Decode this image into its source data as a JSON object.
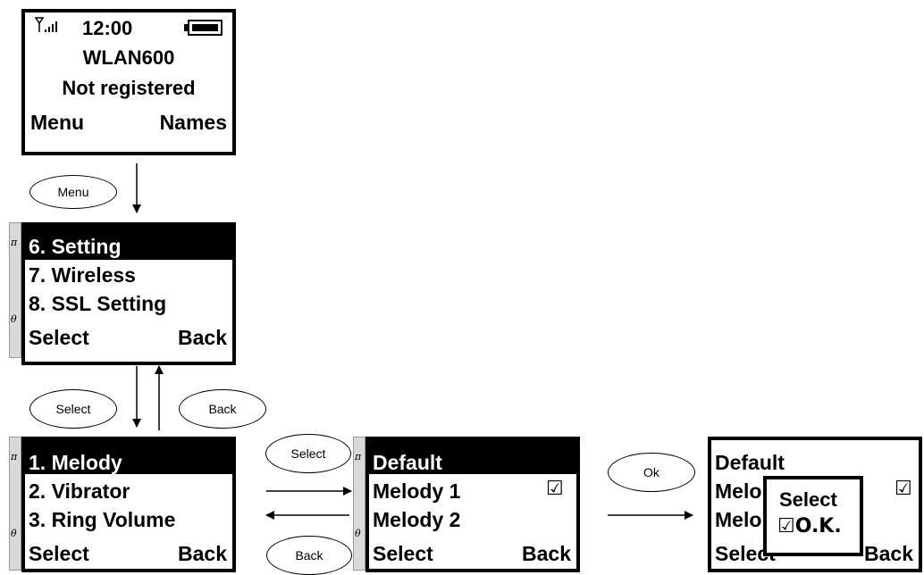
{
  "idle_screen": {
    "time": "12:00",
    "device_name": "WLAN600",
    "status": "Not registered",
    "softkey_left": "Menu",
    "softkey_right": "Names"
  },
  "menu_screen": {
    "items": [
      "6. Setting",
      "7. Wireless",
      "8. SSL Setting"
    ],
    "softkey_left": "Select",
    "softkey_right": "Back"
  },
  "settings_screen": {
    "items": [
      "1. Melody",
      "2. Vibrator",
      "3. Ring Volume"
    ],
    "softkey_left": "Select",
    "softkey_right": "Back"
  },
  "melody_screen": {
    "items": [
      "Default",
      "Melody 1",
      "Melody 2"
    ],
    "check_mark": "☑",
    "softkey_left": "Select",
    "softkey_right": "Back"
  },
  "confirm_screen": {
    "item_default": "Default",
    "item_partial_1": "Melo",
    "item_partial_2": "Melo",
    "check_mark": "☑",
    "popup_line_1": "Select",
    "popup_line_2": "☑O.K.",
    "softkey_left": "Select",
    "softkey_right": "Back"
  },
  "scroll_glyphs": {
    "up": "π",
    "down": "θ"
  },
  "transitions": {
    "idle_to_menu": "Menu",
    "menu_to_settings": "Select",
    "settings_to_menu": "Back",
    "settings_to_melody": "Select",
    "melody_to_settings": "Back",
    "melody_to_confirm": "Ok"
  }
}
